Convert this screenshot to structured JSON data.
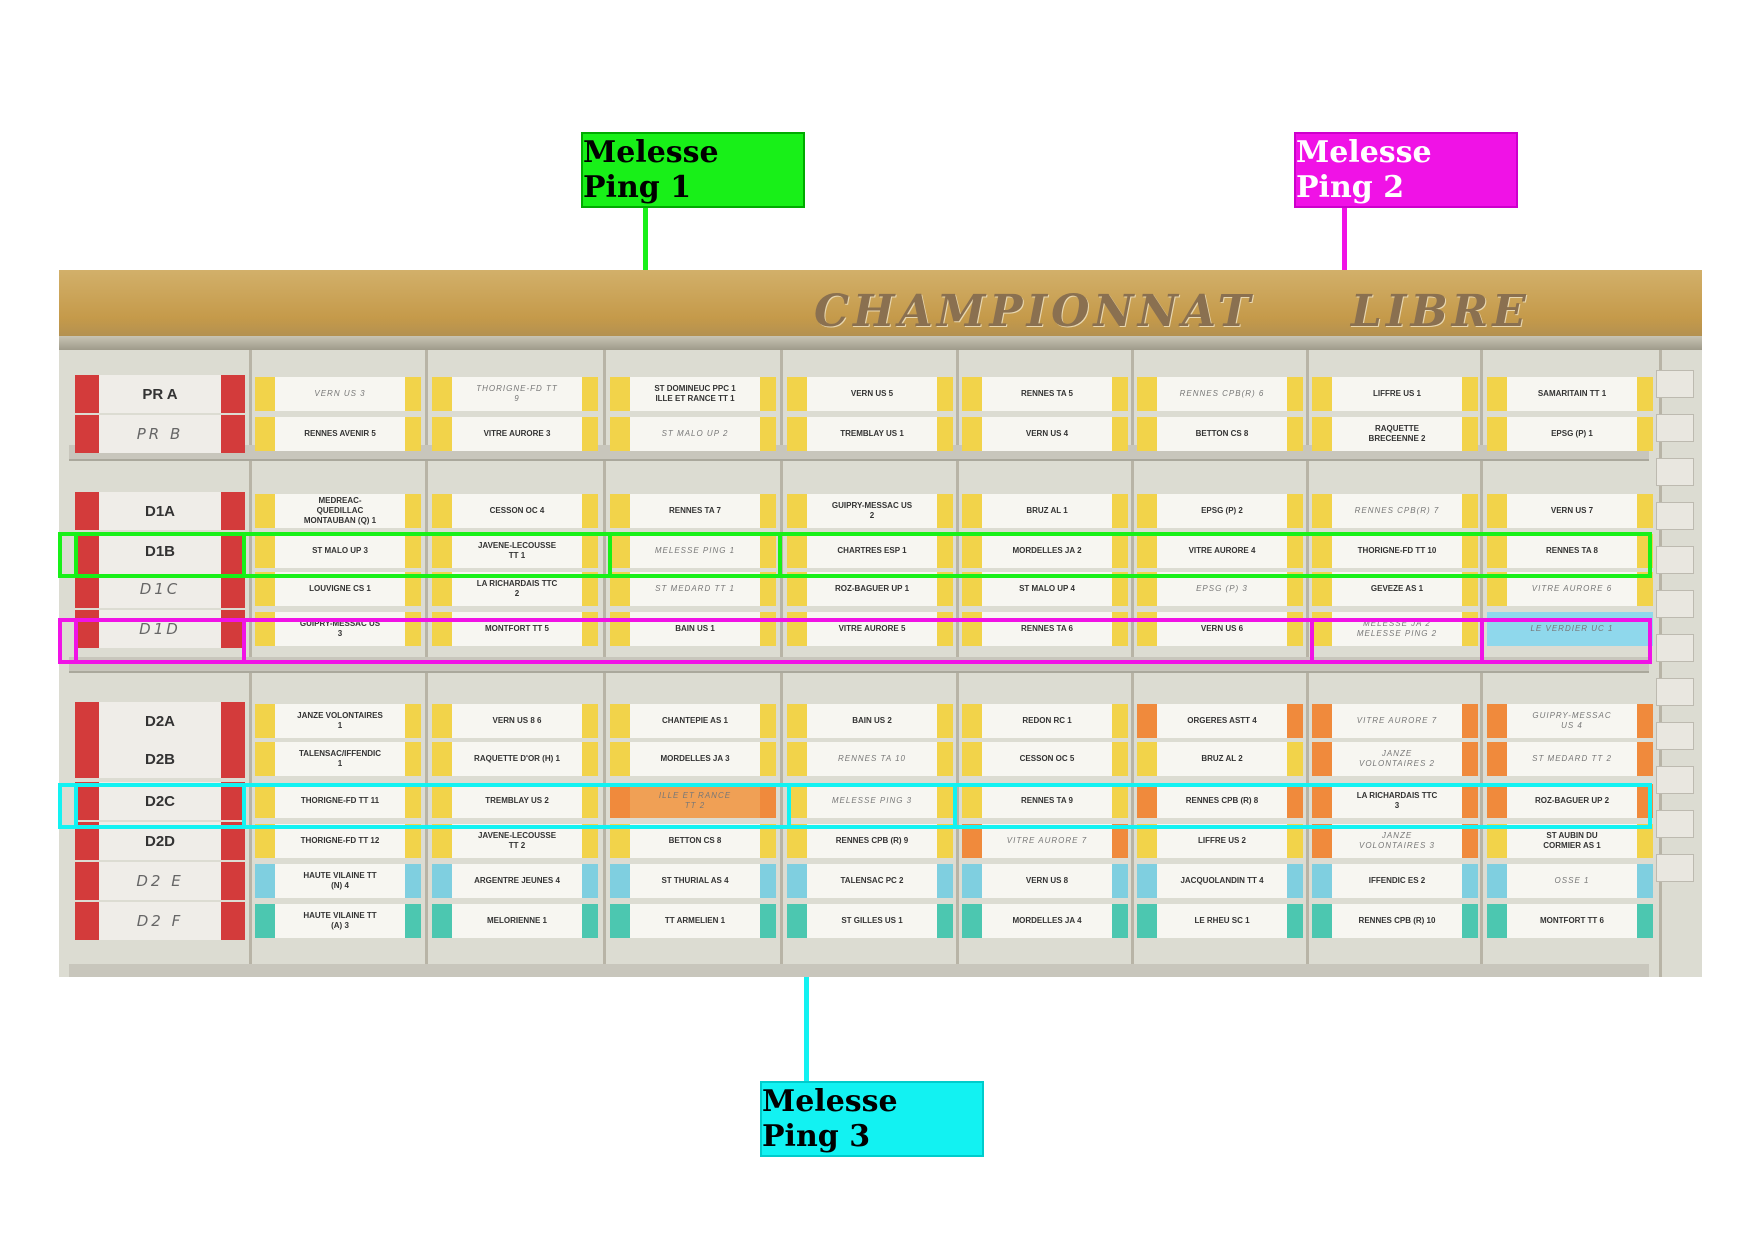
{
  "callouts": [
    {
      "label": "Melesse Ping 1",
      "color": "#18f018"
    },
    {
      "label": "Melesse Ping 2",
      "color": "#f012e6"
    },
    {
      "label": "Melesse Ping 3",
      "color": "#12f2f2"
    }
  ],
  "board": {
    "title": "CHAMPIONNAT     LIBRE",
    "divisions": [
      "PR A",
      "PR B",
      "D1A",
      "D1B",
      "D1C",
      "D1D",
      "D2A",
      "D2B",
      "D2C",
      "D2D",
      "D2 E",
      "D2 F"
    ],
    "rows": [
      [
        "VERN US 3",
        "THORIGNE-FD TT 9",
        "ST DOMINEUC PPC 1 ILLE ET RANCE TT 1",
        "VERN US 5",
        "RENNES TA 5",
        "RENNES CPB(R) 6",
        "LIFFRE US 1",
        "SAMARITAIN TT 1"
      ],
      [
        "RENNES AVENIR 5",
        "VITRE AURORE 3",
        "ST MALO UP 2",
        "TREMBLAY US 1",
        "VERN US 4",
        "BETTON CS 8",
        "RAQUETTE BRECEENNE 2",
        "EPSG (P) 1"
      ],
      [
        "MEDREAC-QUEDILLAC MONTAUBAN (Q) 1",
        "CESSON OC 4",
        "RENNES TA 7",
        "GUIPRY-MESSAC US 2",
        "BRUZ AL 1",
        "EPSG (P) 2",
        "RENNES CPB(R) 7",
        "VERN US 7"
      ],
      [
        "ST MALO UP 3",
        "JAVENE-LECOUSSE TT 1",
        "MELESSE PING 1",
        "CHARTRES ESP 1",
        "MORDELLES JA 2",
        "VITRE AURORE 4",
        "THORIGNE-FD TT 10",
        "RENNES TA 8"
      ],
      [
        "LOUVIGNE CS 1",
        "LA RICHARDAIS TTC 2",
        "ST MEDARD TT 1",
        "ROZ-BAGUER UP 1",
        "ST MALO UP 4",
        "EPSG (P) 3",
        "GEVEZE AS 1",
        "VITRE AURORE 6"
      ],
      [
        "GUIPRY-MESSAC US 3",
        "MONTFORT TT 5",
        "BAIN US 1",
        "VITRE AURORE 5",
        "RENNES TA 6",
        "VERN US 6",
        "MELESSE JA 2 MELESSE PING 2",
        "LE VERDIER UC 1"
      ],
      [
        "JANZE VOLONTAIRES 1",
        "VERN US 8 6",
        "CHANTEPIE AS 1",
        "BAIN US 2",
        "REDON RC 1",
        "ORGERES ASTT 4",
        "VITRE AURORE 7",
        "GUIPRY-MESSAC US 4"
      ],
      [
        "TALENSAC/IFFENDIC 1",
        "RAQUETTE D'OR (H) 1",
        "MORDELLES JA 3",
        "RENNES TA 10",
        "CESSON OC 5",
        "BRUZ AL 2",
        "JANZE VOLONTAIRES 2",
        "ST MEDARD TT 2"
      ],
      [
        "THORIGNE-FD TT 11",
        "TREMBLAY US 2",
        "ILLE ET RANCE TT 2",
        "MELESSE PING 3",
        "RENNES TA 9",
        "RENNES CPB (R) 8",
        "LA RICHARDAIS TTC 3",
        "ROZ-BAGUER UP 2"
      ],
      [
        "THORIGNE-FD TT 12",
        "JAVENE-LECOUSSE TT 2",
        "BETTON CS 8",
        "RENNES CPB (R) 9",
        "VITRE AURORE 7",
        "LIFFRE US 2",
        "JANZE VOLONTAIRES 3",
        "ST AUBIN DU CORMIER AS 1"
      ],
      [
        "HAUTE VILAINE TT (N) 4",
        "ARGENTRE JEUNES 4",
        "ST THURIAL AS 4",
        "TALENSAC PC 2",
        "VERN US 8",
        "JACQUOLANDIN TT 4",
        "IFFENDIC ES 2",
        "OSSE 1"
      ],
      [
        "HAUTE VILAINE TT (A) 3",
        "MELORIENNE 1",
        "TT ARMELIEN 1",
        "ST GILLES US 1",
        "MORDELLES JA 4",
        "LE RHEU SC 1",
        "RENNES CPB (R) 10",
        "MONTFORT TT 6"
      ]
    ]
  }
}
